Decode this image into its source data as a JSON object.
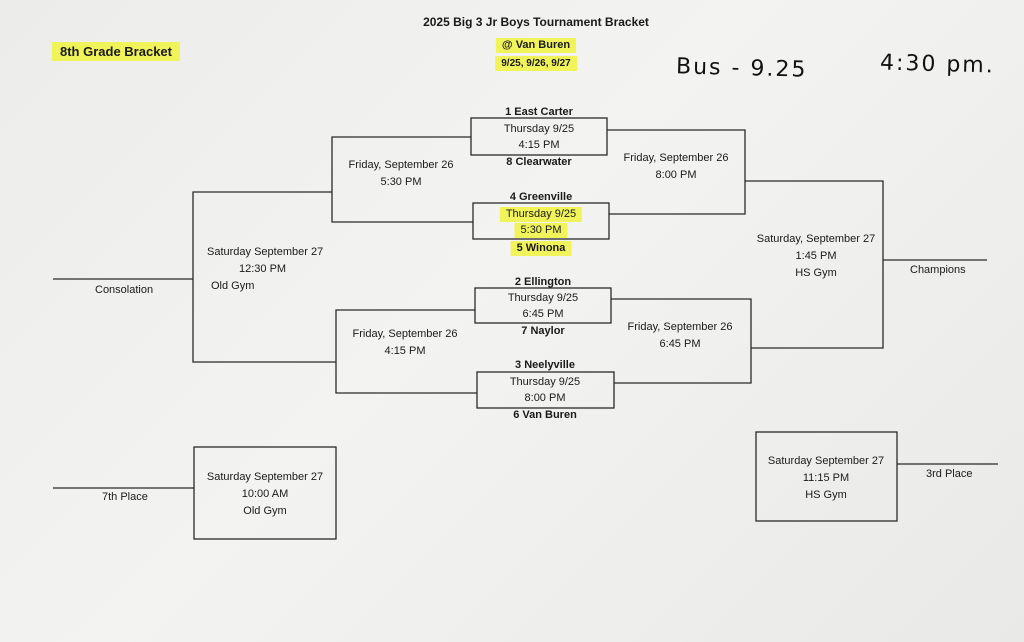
{
  "header": {
    "title": "2025 Big 3 Jr Boys Tournament Bracket",
    "location": "@ Van Buren",
    "dates": "9/25, 9/26, 9/27",
    "division": "8th Grade Bracket"
  },
  "handwritten": {
    "bus_label": "Bus - 9.25",
    "bus_time": "4:30 pm."
  },
  "round1": [
    {
      "top_team": "1 East Carter",
      "day": "Thursday 9/25",
      "time": "4:15 PM",
      "bottom_team": "8 Clearwater"
    },
    {
      "top_team": "4 Greenville",
      "day": "Thursday 9/25",
      "time": "5:30 PM",
      "bottom_team": "5 Winona"
    },
    {
      "top_team": "2 Ellington",
      "day": "Thursday 9/25",
      "time": "6:45 PM",
      "bottom_team": "7 Naylor"
    },
    {
      "top_team": "3 Neelyville",
      "day": "Thursday 9/25",
      "time": "8:00 PM",
      "bottom_team": "6 Van Buren"
    }
  ],
  "consolation_semis": [
    {
      "day": "Friday, September 26",
      "time": "5:30 PM"
    },
    {
      "day": "Friday, September 26",
      "time": "4:15 PM"
    }
  ],
  "winner_semis": [
    {
      "day": "Friday, September 26",
      "time": "8:00 PM"
    },
    {
      "day": "Friday, September 26",
      "time": "6:45 PM"
    }
  ],
  "consolation_final": {
    "day": "Saturday September 27",
    "time": "12:30 PM",
    "venue": "Old Gym",
    "label": "Consolation"
  },
  "championship": {
    "day": "Saturday, September 27",
    "time": "1:45 PM",
    "venue": "HS Gym",
    "label": "Champions"
  },
  "seventh_place": {
    "day": "Saturday September 27",
    "time": "10:00 AM",
    "venue": "Old Gym",
    "label": "7th Place"
  },
  "third_place": {
    "day": "Saturday September 27",
    "time": "11:15 PM",
    "venue": "HS Gym",
    "label": "3rd Place"
  }
}
